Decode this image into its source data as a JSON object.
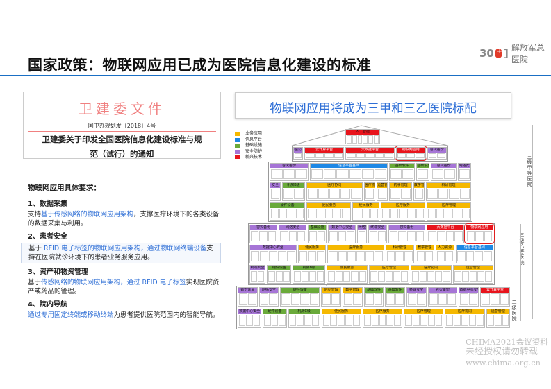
{
  "header": {
    "title": "国家政策：物联网应用已成为医院信息化建设的标准",
    "logo_text": "解放军总医院",
    "logo_number": "30"
  },
  "document": {
    "issuer": "卫建委文件",
    "doc_number": "国卫办规划发〔2018〕4号",
    "doc_title_line1": "卫建委关于印发全国医院信息化建设标准与规",
    "doc_title_line2": "范（试行）的通知"
  },
  "requirements": {
    "heading": "物联网应用具体要求：",
    "items": [
      {
        "title": "1、数据采集",
        "parts": [
          {
            "t": "支持",
            "b": false
          },
          {
            "t": "基于传感网络的物联网应用架构",
            "b": true
          },
          {
            "t": "，支撑医疗环境下的各类设备的数据采集与利用。",
            "b": false
          }
        ]
      },
      {
        "title": "2、患者安全",
        "parts": [
          {
            "t": "基于 ",
            "b": false
          },
          {
            "t": "RFID 电子标签的物联网应用架构，通过物联网终端设备",
            "b": true
          },
          {
            "t": "支持在医院就诊环境下的患者业务服务应用。",
            "b": false
          }
        ]
      },
      {
        "title": "3、资产和物资管理",
        "parts": [
          {
            "t": "基于",
            "b": false
          },
          {
            "t": "传感网络的物联网应用架构，通过 RFID 电子标签",
            "b": true
          },
          {
            "t": "实现医院资产或药品的管理。",
            "b": false
          }
        ]
      },
      {
        "title": "4、院内导航",
        "parts": [
          {
            "t": "通过专用固定终端或移动终端",
            "b": true
          },
          {
            "t": "为患者提供医院范围内的智能导航。",
            "b": false
          }
        ]
      }
    ]
  },
  "diagram": {
    "title": "物联网应用将成为三甲和三乙医院标配",
    "legend": [
      {
        "label": "业务应用",
        "color": "#f5b800"
      },
      {
        "label": "信息平台",
        "color": "#1e88e5"
      },
      {
        "label": "基础设施",
        "color": "#6aaa3a"
      },
      {
        "label": "安全防护",
        "color": "#a675d6"
      },
      {
        "label": "新兴技术",
        "color": "#e8141c"
      }
    ],
    "levels": [
      "三级甲等医院",
      "三级乙等医院",
      "二级医院"
    ],
    "roof": {
      "label": "人工智能",
      "type": 4
    },
    "tiers": [
      {
        "rows": [
          [
            {
              "l": "容灾备份",
              "t": 3,
              "n": 1
            },
            {
              "l": "云计算平台",
              "t": 4,
              "n": 4
            },
            {
              "l": "大数据平台",
              "t": 4,
              "n": 5
            },
            {
              "l": "物联网应用",
              "t": 4,
              "n": 3,
              "c": 1
            },
            {
              "l": "容灾备份",
              "t": 3,
              "n": 2
            }
          ]
        ]
      },
      {
        "rows": [
          [
            {
              "l": "容灾备份",
              "t": 3,
              "n": 3
            },
            {
              "l": "信息平台基础",
              "t": 1,
              "n": 6
            },
            {
              "l": "基础软件",
              "t": 2,
              "n": 2
            },
            {
              "l": "基础设施",
              "t": 2,
              "n": 1
            },
            {
              "l": "容灾备份",
              "t": 3,
              "n": 2
            },
            {
              "l": "网络安全",
              "t": 3,
              "n": 1
            }
          ],
          [
            {
              "l": "安全",
              "t": 3,
              "n": 1
            },
            {
              "l": "机房B级",
              "t": 2,
              "n": 2
            },
            {
              "l": "医疗协同",
              "t": 0,
              "n": 5
            },
            {
              "l": "医疗协同",
              "t": 0,
              "n": 1
            },
            {
              "l": "运营管理",
              "t": 0,
              "n": 1
            },
            {
              "l": "药事管理",
              "t": 0,
              "n": 2
            },
            {
              "l": "教学管理",
              "t": 0,
              "n": 1
            },
            {
              "l": "科研管理",
              "t": 0,
              "n": 4
            }
          ],
          [
            {
              "l": "硬件设备",
              "t": 2,
              "n": 4
            },
            {
              "l": "便民服务",
              "t": 0,
              "n": 5
            },
            {
              "l": "便民服务",
              "t": 0,
              "n": 3
            },
            {
              "l": "医疗服务",
              "t": 0,
              "n": 5
            },
            {
              "l": "医疗管理",
              "t": 0,
              "n": 5
            }
          ]
        ]
      },
      {
        "rows": [
          [
            {
              "l": "容灾备份",
              "t": 3,
              "n": 3
            },
            {
              "l": "网络安全",
              "t": 3,
              "n": 3
            },
            {
              "l": "基础设施",
              "t": 2,
              "n": 2
            },
            {
              "l": "数据中心安全",
              "t": 3,
              "n": 3
            },
            {
              "l": "网络安全",
              "t": 3,
              "n": 1
            },
            {
              "l": "终端安全",
              "t": 3,
              "n": 2
            },
            {
              "l": "容灾备份",
              "t": 3,
              "n": 4
            },
            {
              "l": "大数据平台",
              "t": 4,
              "n": 4
            },
            {
              "l": "物联网应用",
              "t": 4,
              "n": 3,
              "c": 1
            }
          ],
          [
            {
              "l": "数据中心安全",
              "t": 3,
              "n": 5
            },
            {
              "l": "便民服务",
              "t": 0,
              "n": 3
            },
            {
              "l": "医疗服务",
              "t": 0,
              "n": 6
            },
            {
              "l": "科研管理",
              "t": 0,
              "n": 3
            },
            {
              "l": "教学管理",
              "t": 0,
              "n": 2
            },
            {
              "l": "人力资源",
              "t": 0,
              "n": 2
            },
            {
              "l": "信息平台基础",
              "t": 1,
              "n": 4
            }
          ],
          [
            {
              "l": "终端安全",
              "t": 3,
              "n": 2
            },
            {
              "l": "硬件设备",
              "t": 2,
              "n": 3
            },
            {
              "l": "机房B级",
              "t": 2,
              "n": 4
            },
            {
              "l": "便民服务",
              "t": 0,
              "n": 5
            },
            {
              "l": "医疗管理",
              "t": 0,
              "n": 5
            },
            {
              "l": "医疗协同",
              "t": 0,
              "n": 5
            },
            {
              "l": "运营管理",
              "t": 0,
              "n": 5
            }
          ]
        ]
      },
      {
        "rows": [
          [
            {
              "l": "备份恢复",
              "t": 3,
              "n": 2
            },
            {
              "l": "网络安全",
              "t": 3,
              "n": 2
            },
            {
              "l": "硬件设备",
              "t": 2,
              "n": 4
            },
            {
              "l": "后勤管理",
              "t": 0,
              "n": 2
            },
            {
              "l": "教学管理",
              "t": 0,
              "n": 2
            },
            {
              "l": "基础软件",
              "t": 2,
              "n": 2
            },
            {
              "l": "基础软件",
              "t": 2,
              "n": 2
            },
            {
              "l": "终端安全",
              "t": 3,
              "n": 2
            },
            {
              "l": "容灾备份",
              "t": 3,
              "n": 3
            },
            {
              "l": "数据中心安全",
              "t": 3,
              "n": 2
            },
            {
              "l": "云计算平台",
              "t": 4,
              "n": 3
            }
          ],
          [
            {
              "l": "数据中心安全",
              "t": 3,
              "n": 3
            },
            {
              "l": "硬件设备",
              "t": 2,
              "n": 3
            },
            {
              "l": "机房C级",
              "t": 2,
              "n": 4
            },
            {
              "l": "便民服务",
              "t": 0,
              "n": 5
            },
            {
              "l": "医疗服务",
              "t": 0,
              "n": 5
            },
            {
              "l": "医疗管理",
              "t": 0,
              "n": 5
            },
            {
              "l": "医疗协同",
              "t": 0,
              "n": 5
            },
            {
              "l": "运营管理",
              "t": 0,
              "n": 3
            }
          ]
        ]
      }
    ]
  },
  "watermark": {
    "line1": "CHIMA2021会议资料",
    "line2": "未经授权请勿转载",
    "line3": "www.chima.org.cn"
  }
}
